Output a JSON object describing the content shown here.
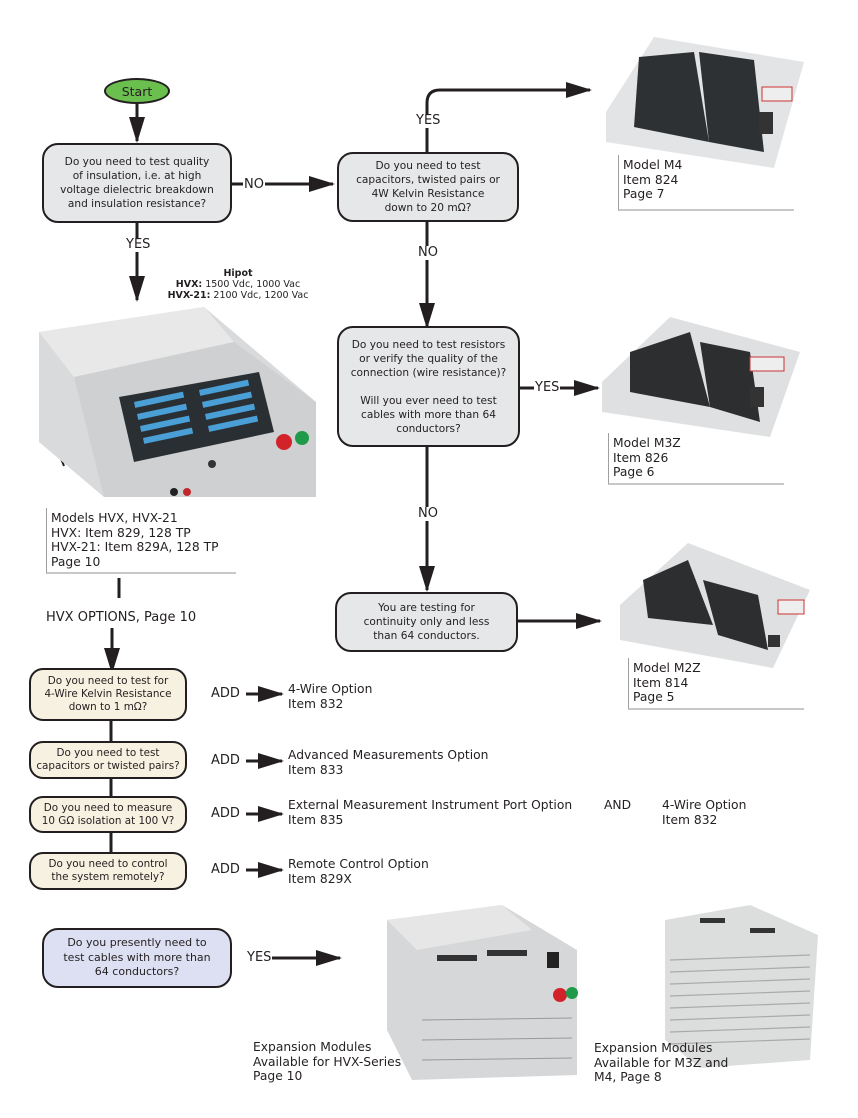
{
  "flowchart": {
    "start_label": "Start",
    "q_insulation": "Do you need to test quality\nof insulation, i.e. at high\nvoltage dielectric breakdown\nand insulation resistance?",
    "q_capacitors": "Do you need to test\ncapacitors, twisted pairs or\n4W Kelvin Resistance\ndown to 20 mΩ?",
    "q_resistors": "Do you need to test resistors\nor verify the quality of the\nconnection (wire resistance)?\n\nWill you ever need to test\ncables with more than 64\nconductors?",
    "result_continuity": "You are testing for\ncontinuity only and less\nthan 64 conductors.",
    "labels": {
      "no_1": "NO",
      "yes_1": "YES",
      "yes_2": "YES",
      "no_2": "NO",
      "yes_3": "YES",
      "no_3": "NO",
      "yes_4": "YES"
    }
  },
  "hipot": {
    "title": "Hipot",
    "hvx_label": "HVX:",
    "hvx_spec": " 1500 Vdc, 1000 Vac",
    "hvx21_label": "HVX-21:",
    "hvx21_spec": " 2100 Vdc, 1200 Vac"
  },
  "products": {
    "hvx": "Models HVX, HVX-21\nHVX: Item 829, 128 TP\nHVX-21: Item 829A, 128 TP\nPage 10",
    "m4": "Model M4\nItem 824\nPage 7",
    "m3z": "Model M3Z\nItem 826\nPage 6",
    "m2z": "Model M2Z\nItem 814\nPage 5",
    "exp_hvx": "Expansion Modules\nAvailable for HVX-Series\nPage 10",
    "exp_m3z": "Expansion Modules\nAvailable for M3Z and\nM4, Page 8"
  },
  "options": {
    "header": "HVX OPTIONS, Page 10",
    "add_label": "ADD",
    "and_label": "AND",
    "items": [
      {
        "question": "Do you need to test for\n4-Wire Kelvin Resistance\ndown to 1 mΩ?",
        "result": "4-Wire Option\nItem 832"
      },
      {
        "question": "Do you need to test\ncapacitors or twisted pairs?",
        "result": "Advanced Measurements Option\nItem 833"
      },
      {
        "question": "Do you need to measure\n10 GΩ isolation at 100 V?",
        "result": "External Measurement Instrument Port Option\nItem 835"
      },
      {
        "question": "Do you need to control\nthe system remotely?",
        "result": "Remote Control Option\nItem 829X"
      }
    ],
    "extra_result": "4-Wire Option\nItem 832"
  },
  "expansion_question": "Do you presently need to\ntest cables with more than\n64 conductors?",
  "colors": {
    "start_fill": "#6bbf4e",
    "question_fill": "#e6e7e8",
    "option_fill": "#f6f1e0",
    "expansion_fill": "#dde0f2",
    "line": "#231f20"
  }
}
